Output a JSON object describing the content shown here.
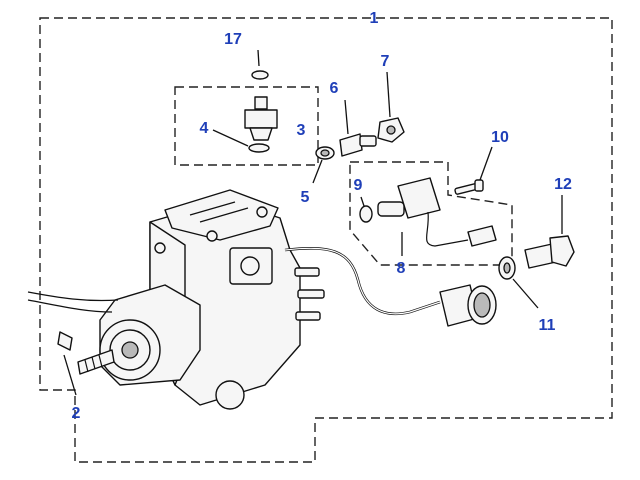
{
  "diagram": {
    "callouts": [
      {
        "key": "main_assembly",
        "label": "1"
      },
      {
        "key": "bracket",
        "label": "2"
      },
      {
        "key": "valve_group",
        "label": "3"
      },
      {
        "key": "o_ring_small",
        "label": "4"
      },
      {
        "key": "sealing_washer",
        "label": "5"
      },
      {
        "key": "banjo_bolt",
        "label": "6"
      },
      {
        "key": "nut",
        "label": "7"
      },
      {
        "key": "solenoid_group",
        "label": "8"
      },
      {
        "key": "o_ring_solenoid",
        "label": "9"
      },
      {
        "key": "screw",
        "label": "10"
      },
      {
        "key": "washer",
        "label": "11"
      },
      {
        "key": "bolt",
        "label": "12"
      },
      {
        "key": "o_ring_top",
        "label": "17"
      }
    ],
    "colors": {
      "callout_text": "#1f3fb8",
      "line": "#111111",
      "part_fill": "#f6f6f6"
    }
  }
}
